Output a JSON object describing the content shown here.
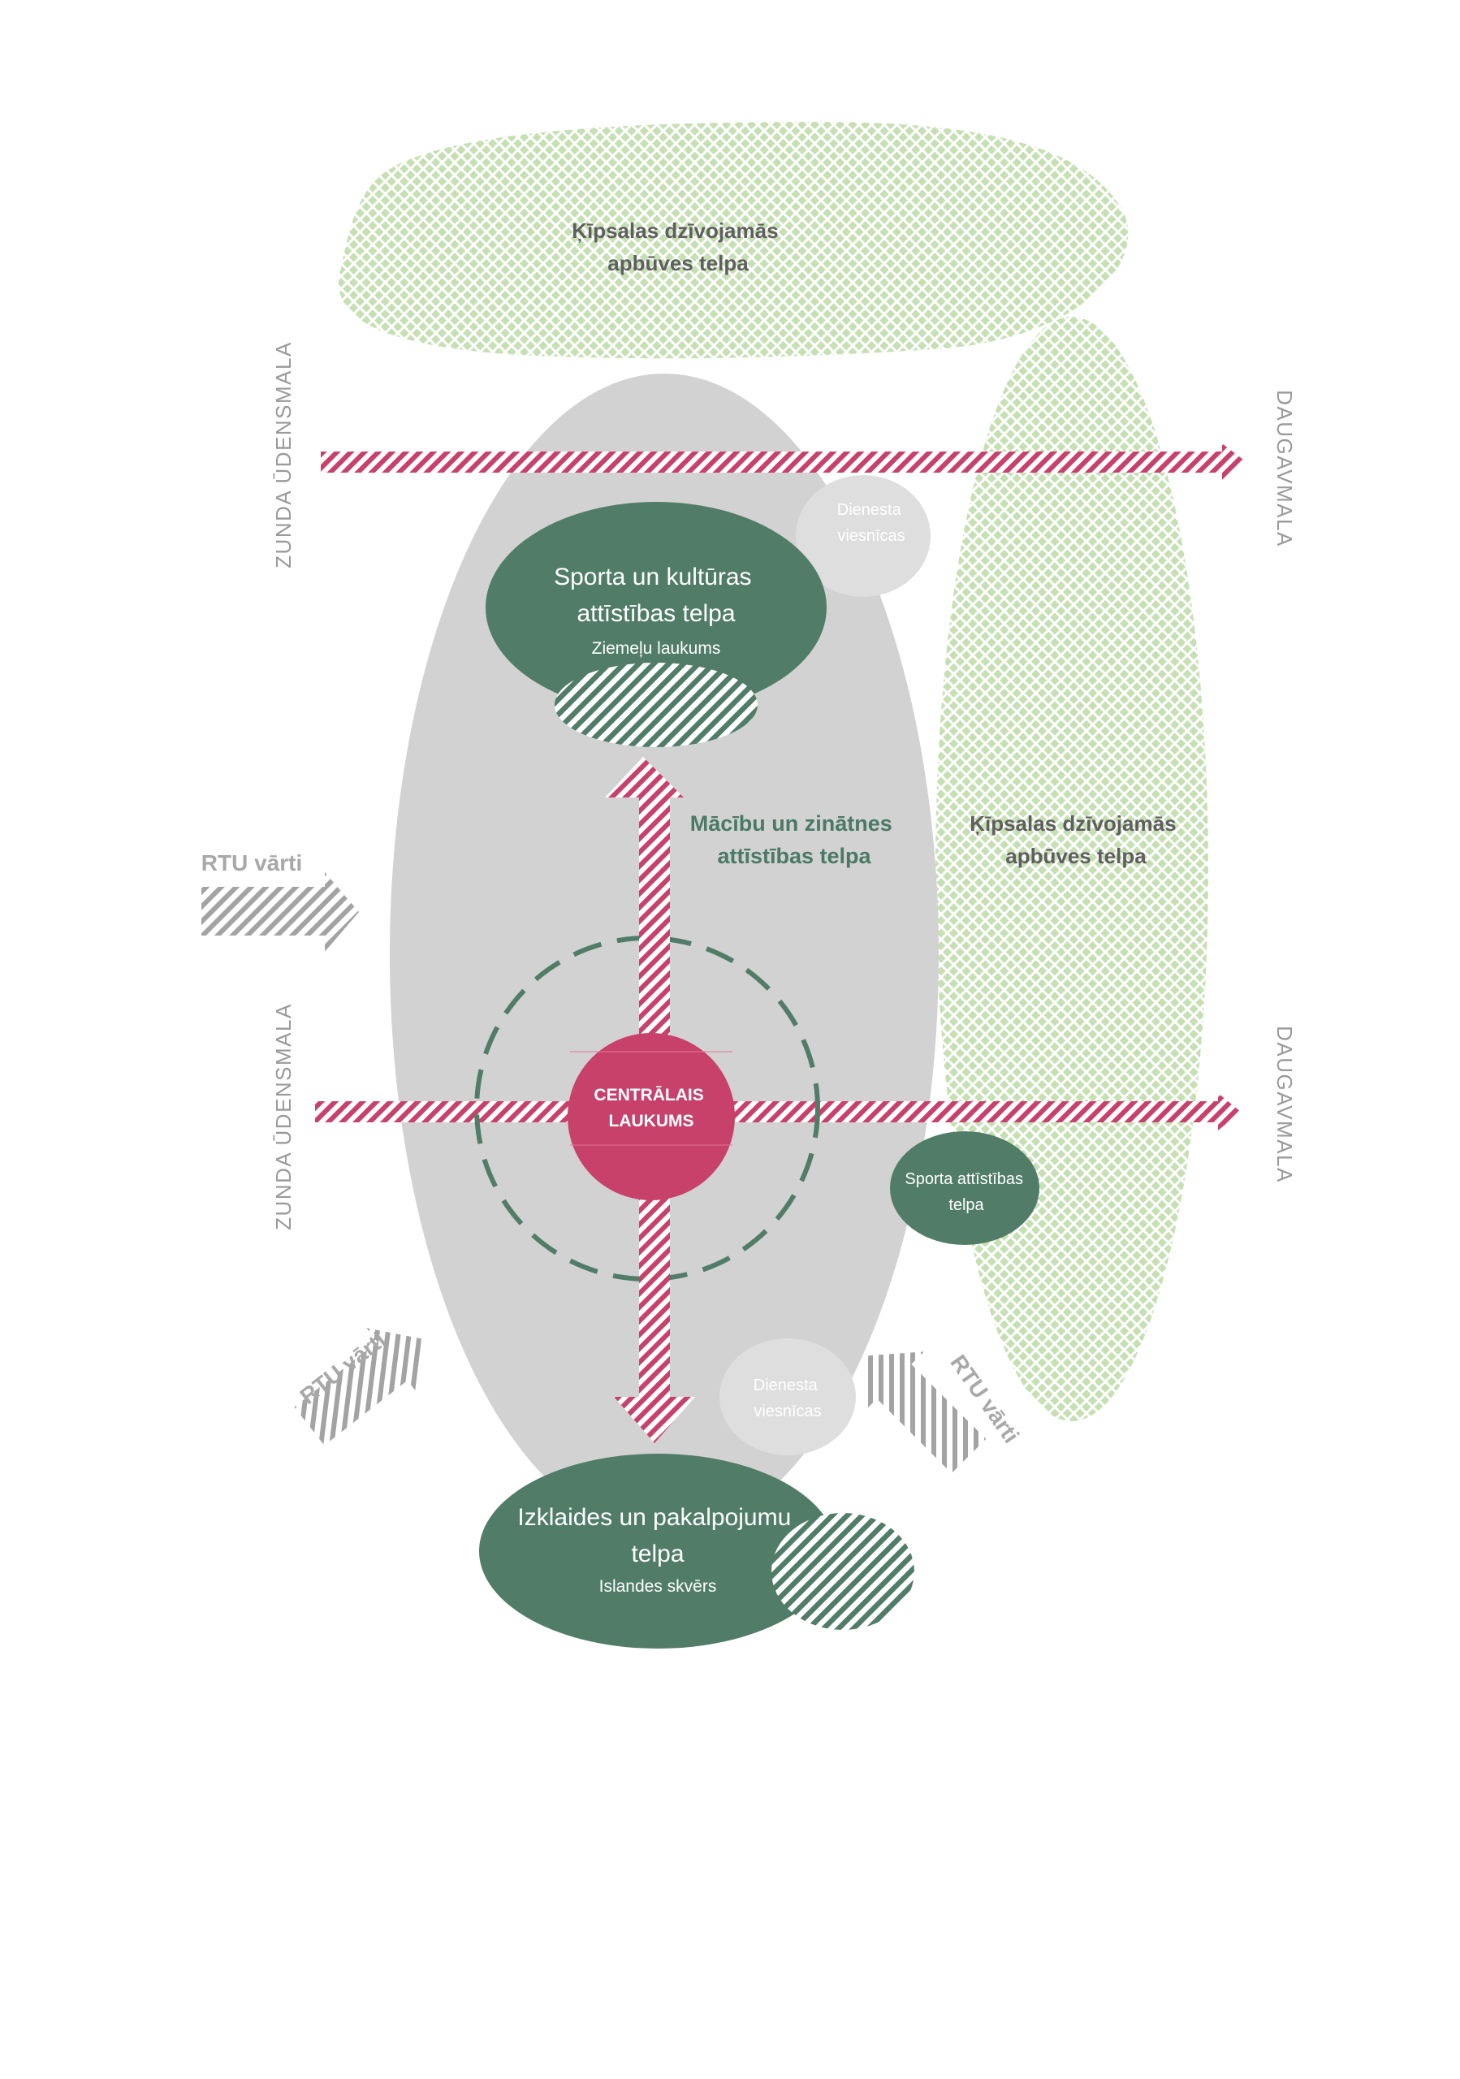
{
  "colors": {
    "dark_green": "#517d68",
    "crimson": "#c8416a",
    "light_gray": "#d2d2d2",
    "checker_green": "#c6e0b4",
    "edge_text": "#9a9a9a"
  },
  "labels": {
    "residential_top": [
      "Ķīpsalas dzīvojamās",
      "apbūves telpa"
    ],
    "residential_right": [
      "Ķīpsalas dzīvojamās",
      "apbūves telpa"
    ],
    "sports_culture": [
      "Sporta un kultūras",
      "attīstības telpa"
    ],
    "sports_culture_sub": "Ziemeļu laukums",
    "service_hotels_top": [
      "Dienesta",
      "viesnīcas"
    ],
    "service_hotels_bottom": [
      "Dienesta",
      "viesnīcas"
    ],
    "education_science": [
      "Mācību un zinātnes",
      "attīstības telpa"
    ],
    "central_square": [
      "CENTRĀLAIS",
      "LAUKUMS"
    ],
    "sports_development": [
      "Sporta attīstības",
      "telpa"
    ],
    "entertainment": [
      "Izklaides un pakalpojumu",
      "telpa"
    ],
    "entertainment_sub": "Islandes skvērs",
    "zunda_top": "ZUNDA ŪDENSMALA",
    "zunda_bottom": "ZUNDA ŪDENSMALA",
    "daugava_top": "DAUGAVMALA",
    "daugava_bottom": "DAUGAVMALA",
    "gate_left": "RTU vārti",
    "gate_bottom_left": "RTU vārti",
    "gate_bottom_right": "RTU vārti"
  }
}
